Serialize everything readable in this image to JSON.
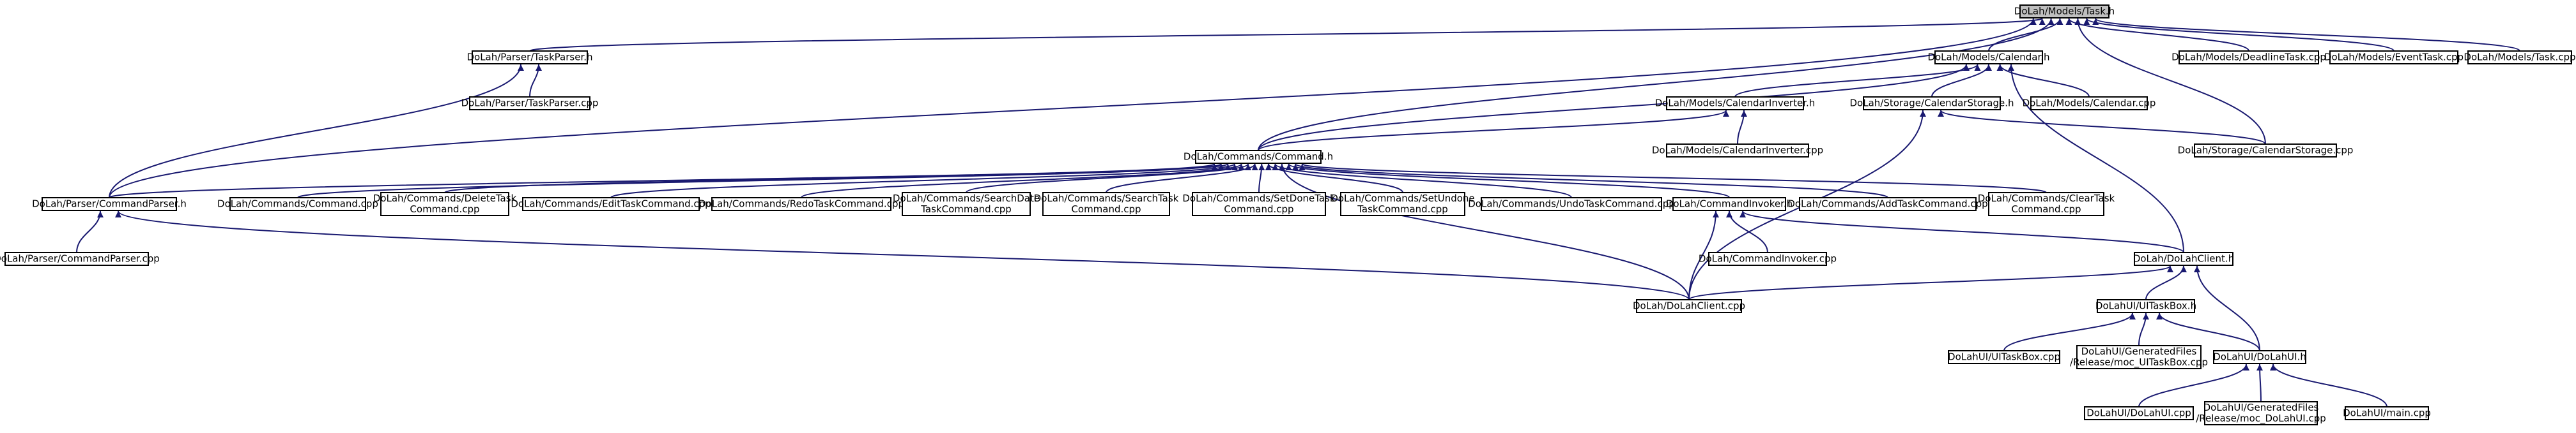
{
  "diagram": {
    "type": "include-dependency-graph",
    "colors": {
      "edge": "#191970",
      "root_fill": "#bfbfbf",
      "node_fill": "#ffffff",
      "node_border": "#000000"
    },
    "nodes": [
      {
        "id": "task_h",
        "lines": [
          "DoLah/Models/Task.h"
        ],
        "root": true
      },
      {
        "id": "taskparser_h",
        "lines": [
          "DoLah/Parser/TaskParser.h"
        ]
      },
      {
        "id": "calendar_h",
        "lines": [
          "DoLah/Models/Calendar.h"
        ]
      },
      {
        "id": "deadlinetask_cpp",
        "lines": [
          "DoLah/Models/DeadlineTask.cpp"
        ]
      },
      {
        "id": "eventtask_cpp",
        "lines": [
          "DoLah/Models/EventTask.cpp"
        ]
      },
      {
        "id": "task_cpp",
        "lines": [
          "DoLah/Models/Task.cpp"
        ]
      },
      {
        "id": "taskparser_cpp",
        "lines": [
          "DoLah/Parser/TaskParser.cpp"
        ]
      },
      {
        "id": "calendarinverter_h",
        "lines": [
          "DoLah/Models/CalendarInverter.h"
        ]
      },
      {
        "id": "calendarstorage_h",
        "lines": [
          "DoLah/Storage/CalendarStorage.h"
        ]
      },
      {
        "id": "calendar_cpp",
        "lines": [
          "DoLah/Models/Calendar.cpp"
        ]
      },
      {
        "id": "calendarinverter_cpp",
        "lines": [
          "DoLah/Models/CalendarInverter.cpp"
        ]
      },
      {
        "id": "calendarstorage_cpp",
        "lines": [
          "DoLah/Storage/CalendarStorage.cpp"
        ]
      },
      {
        "id": "command_h",
        "lines": [
          "DoLah/Commands/Command.h"
        ]
      },
      {
        "id": "commandparser_h",
        "lines": [
          "DoLah/Parser/CommandParser.h"
        ]
      },
      {
        "id": "command_cpp",
        "lines": [
          "DoLah/Commands/Command.cpp"
        ]
      },
      {
        "id": "deletetaskcommand_cpp",
        "lines": [
          "DoLah/Commands/DeleteTask",
          "Command.cpp"
        ]
      },
      {
        "id": "edittaskcommand_cpp",
        "lines": [
          "DoLah/Commands/EditTaskCommand.cpp"
        ]
      },
      {
        "id": "redotaskcommand_cpp",
        "lines": [
          "DoLah/Commands/RedoTaskCommand.cpp"
        ]
      },
      {
        "id": "searchdatetaskcommand_cpp",
        "lines": [
          "DoLah/Commands/SearchDate",
          "TaskCommand.cpp"
        ]
      },
      {
        "id": "searchtaskcommand_cpp",
        "lines": [
          "DoLah/Commands/SearchTask",
          "Command.cpp"
        ]
      },
      {
        "id": "setdonetaskcommand_cpp",
        "lines": [
          "DoLah/Commands/SetDoneTask",
          "Command.cpp"
        ]
      },
      {
        "id": "setundonetaskcommand_cpp",
        "lines": [
          "DoLah/Commands/SetUndone",
          "TaskCommand.cpp"
        ]
      },
      {
        "id": "undotaskcommand_cpp",
        "lines": [
          "DoLah/Commands/UndoTaskCommand.cpp"
        ]
      },
      {
        "id": "commandinvoker_h",
        "lines": [
          "DoLah/CommandInvoker.h"
        ]
      },
      {
        "id": "addtaskcommand_cpp",
        "lines": [
          "DoLah/Commands/AddTaskCommand.cpp"
        ]
      },
      {
        "id": "cleartaskcommand_cpp",
        "lines": [
          "DoLah/Commands/ClearTask",
          "Command.cpp"
        ]
      },
      {
        "id": "commandparser_cpp",
        "lines": [
          "DoLah/Parser/CommandParser.cpp"
        ]
      },
      {
        "id": "commandinvoker_cpp",
        "lines": [
          "DoLah/CommandInvoker.cpp"
        ]
      },
      {
        "id": "dolahclient_h",
        "lines": [
          "DoLah/DoLahClient.h"
        ]
      },
      {
        "id": "dolahclient_cpp",
        "lines": [
          "DoLah/DoLahClient.cpp"
        ]
      },
      {
        "id": "uitaskbox_h",
        "lines": [
          "DoLahUI/UITaskBox.h"
        ]
      },
      {
        "id": "uitaskbox_cpp",
        "lines": [
          "DoLahUI/UITaskBox.cpp"
        ]
      },
      {
        "id": "moc_uitaskbox_cpp",
        "lines": [
          "DoLahUI/GeneratedFiles",
          "/Release/moc_UITaskBox.cpp"
        ]
      },
      {
        "id": "dolahui_h",
        "lines": [
          "DoLahUI/DoLahUI.h"
        ]
      },
      {
        "id": "dolahui_cpp",
        "lines": [
          "DoLahUI/DoLahUI.cpp"
        ]
      },
      {
        "id": "moc_dolahui_cpp",
        "lines": [
          "DoLahUI/GeneratedFiles",
          "/Release/moc_DoLahUI.cpp"
        ]
      },
      {
        "id": "main_cpp",
        "lines": [
          "DoLahUI/main.cpp"
        ]
      }
    ],
    "edges": [
      [
        "taskparser_h",
        "task_h"
      ],
      [
        "calendar_h",
        "task_h"
      ],
      [
        "deadlinetask_cpp",
        "task_h"
      ],
      [
        "eventtask_cpp",
        "task_h"
      ],
      [
        "task_cpp",
        "task_h"
      ],
      [
        "command_h",
        "task_h"
      ],
      [
        "commandparser_h",
        "task_h"
      ],
      [
        "calendarstorage_cpp",
        "task_h"
      ],
      [
        "taskparser_cpp",
        "taskparser_h"
      ],
      [
        "commandparser_h",
        "taskparser_h"
      ],
      [
        "calendarinverter_h",
        "calendar_h"
      ],
      [
        "calendarstorage_h",
        "calendar_h"
      ],
      [
        "calendar_cpp",
        "calendar_h"
      ],
      [
        "command_h",
        "calendar_h"
      ],
      [
        "dolahclient_h",
        "calendar_h"
      ],
      [
        "calendarinverter_cpp",
        "calendarinverter_h"
      ],
      [
        "command_h",
        "calendarinverter_h"
      ],
      [
        "calendarstorage_cpp",
        "calendarstorage_h"
      ],
      [
        "dolahclient_cpp",
        "calendarstorage_h"
      ],
      [
        "commandparser_h",
        "command_h"
      ],
      [
        "command_cpp",
        "command_h"
      ],
      [
        "deletetaskcommand_cpp",
        "command_h"
      ],
      [
        "edittaskcommand_cpp",
        "command_h"
      ],
      [
        "redotaskcommand_cpp",
        "command_h"
      ],
      [
        "searchdatetaskcommand_cpp",
        "command_h"
      ],
      [
        "searchtaskcommand_cpp",
        "command_h"
      ],
      [
        "setdonetaskcommand_cpp",
        "command_h"
      ],
      [
        "setundonetaskcommand_cpp",
        "command_h"
      ],
      [
        "undotaskcommand_cpp",
        "command_h"
      ],
      [
        "commandinvoker_h",
        "command_h"
      ],
      [
        "addtaskcommand_cpp",
        "command_h"
      ],
      [
        "cleartaskcommand_cpp",
        "command_h"
      ],
      [
        "dolahclient_cpp",
        "command_h"
      ],
      [
        "commandparser_cpp",
        "commandparser_h"
      ],
      [
        "dolahclient_cpp",
        "commandparser_h"
      ],
      [
        "commandinvoker_cpp",
        "commandinvoker_h"
      ],
      [
        "dolahclient_cpp",
        "commandinvoker_h"
      ],
      [
        "dolahclient_h",
        "commandinvoker_h"
      ],
      [
        "dolahclient_cpp",
        "dolahclient_h"
      ],
      [
        "uitaskbox_h",
        "dolahclient_h"
      ],
      [
        "dolahui_h",
        "dolahclient_h"
      ],
      [
        "uitaskbox_cpp",
        "uitaskbox_h"
      ],
      [
        "moc_uitaskbox_cpp",
        "uitaskbox_h"
      ],
      [
        "dolahui_h",
        "uitaskbox_h"
      ],
      [
        "dolahui_cpp",
        "dolahui_h"
      ],
      [
        "moc_dolahui_cpp",
        "dolahui_h"
      ],
      [
        "main_cpp",
        "dolahui_h"
      ]
    ]
  }
}
